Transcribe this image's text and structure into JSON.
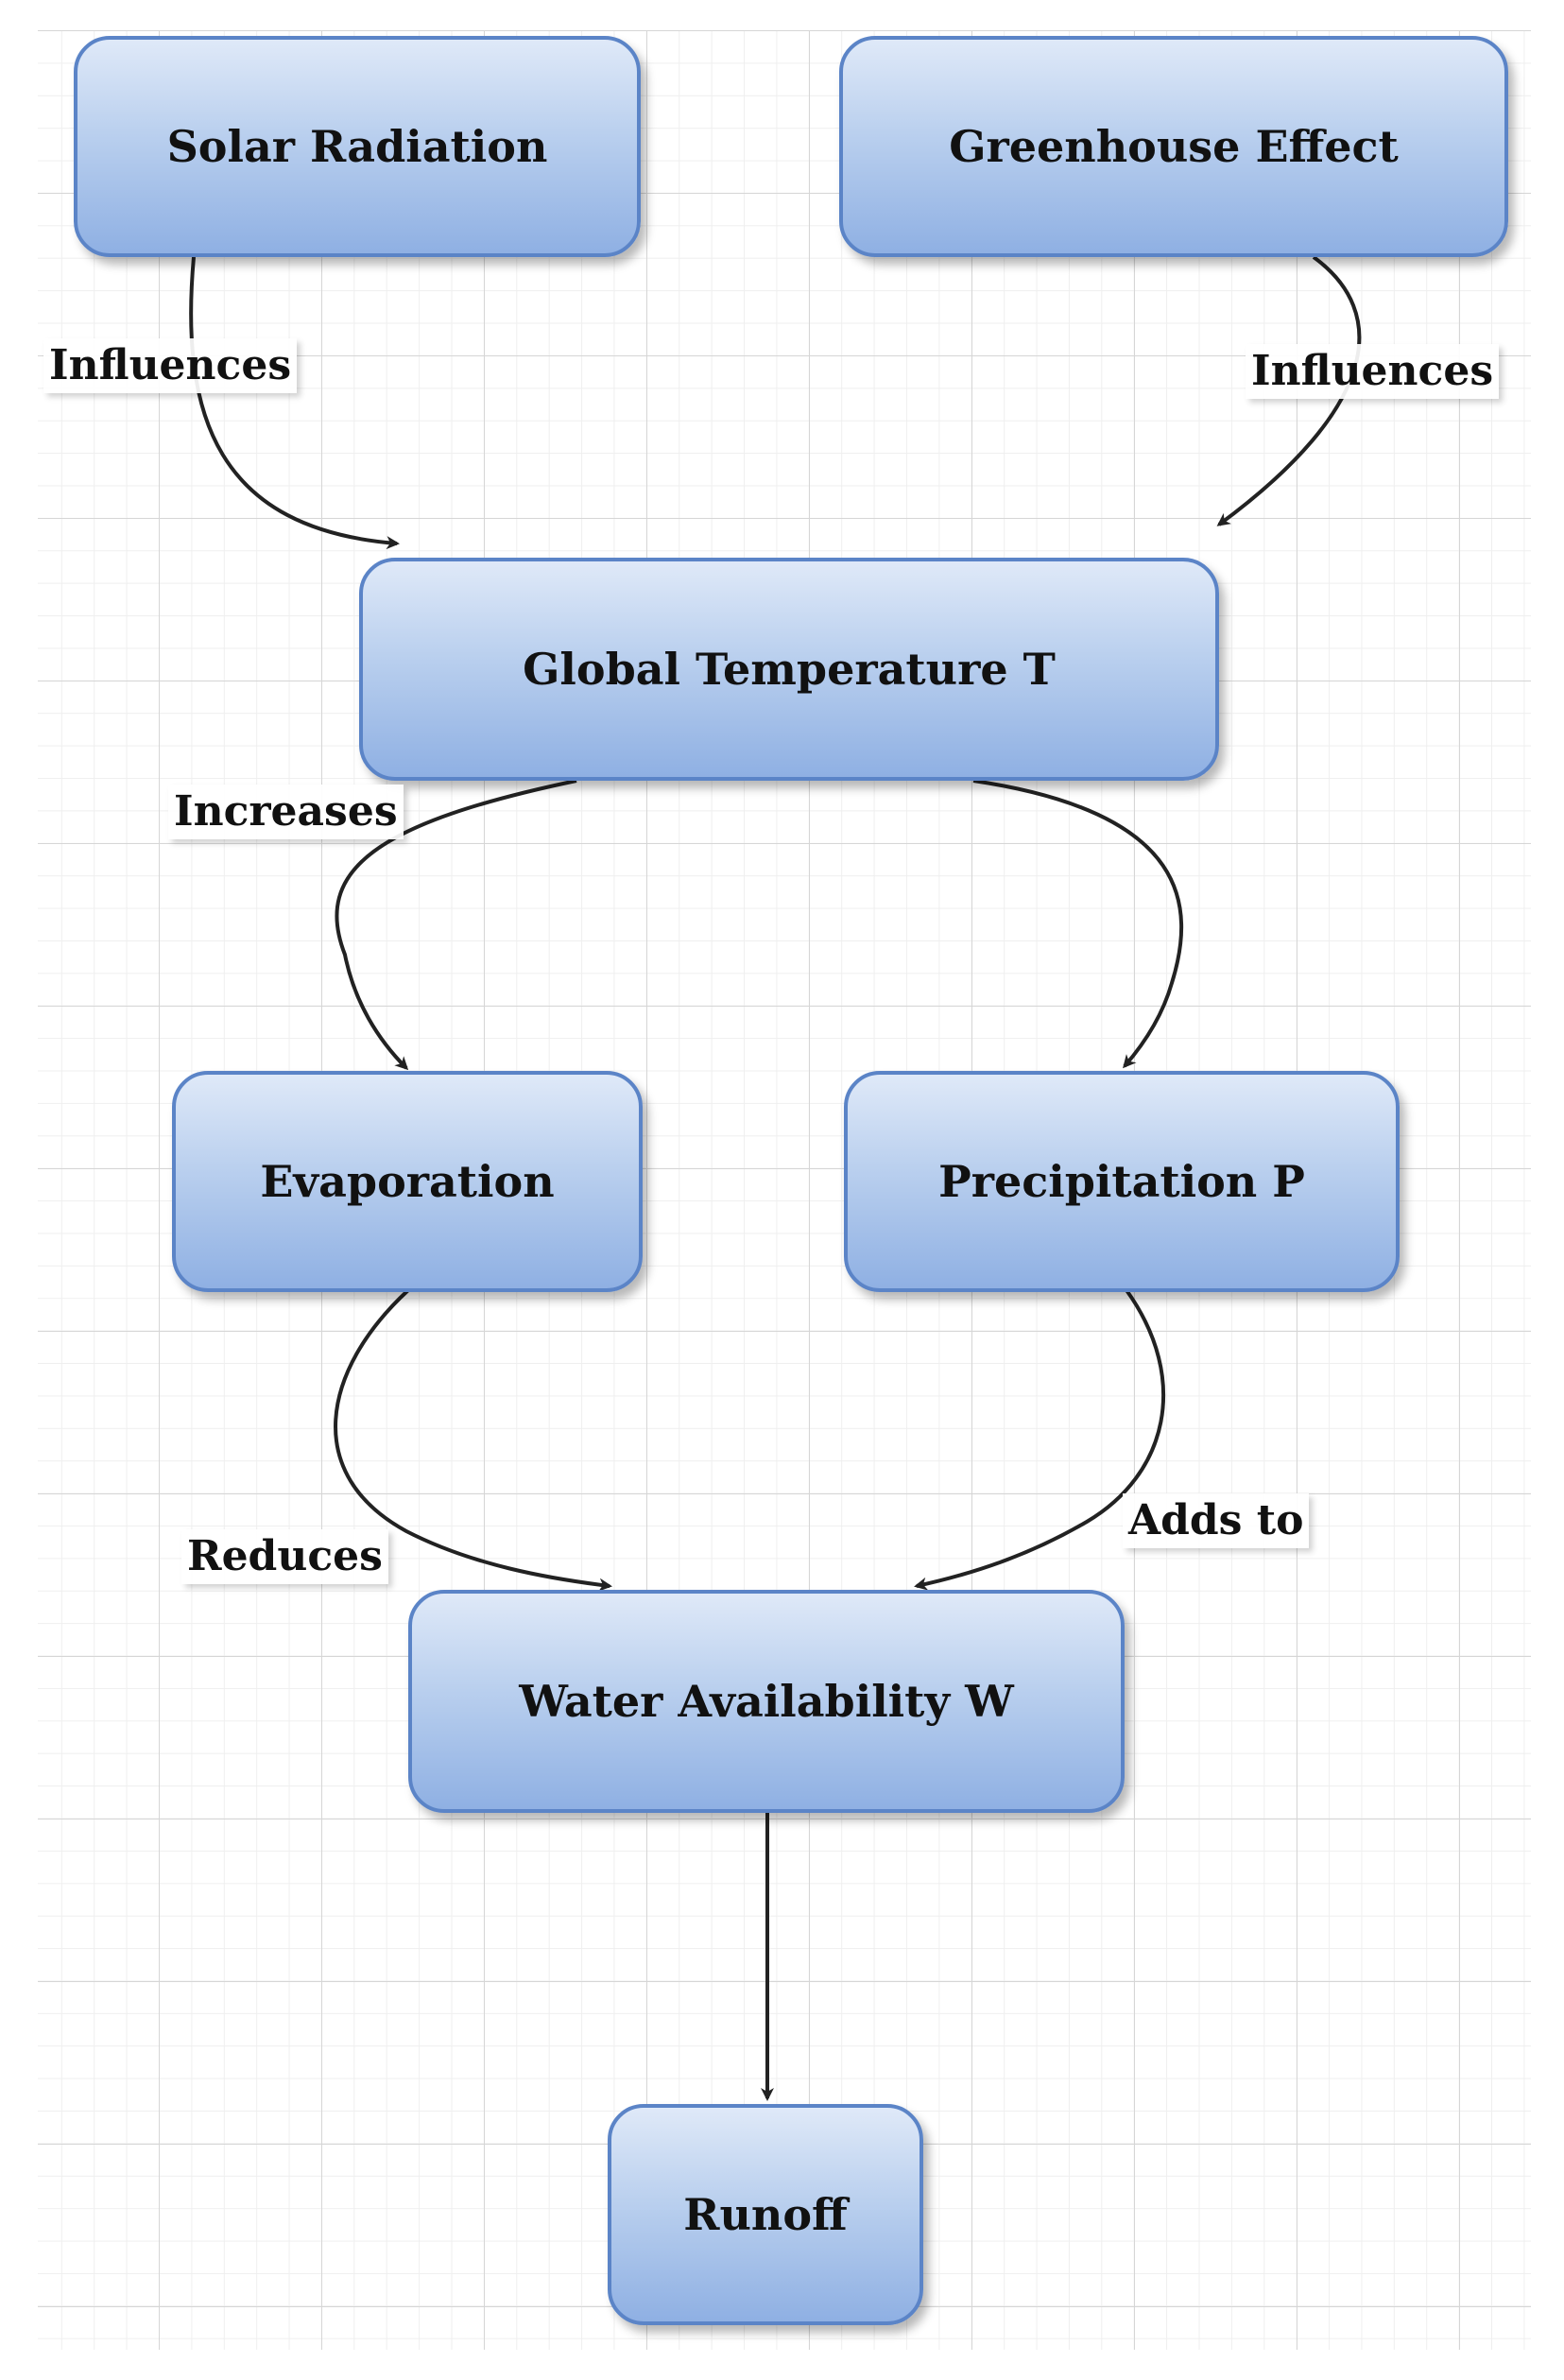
{
  "nodes": {
    "solar_radiation": "Solar Radiation",
    "greenhouse_effect": "Greenhouse Effect",
    "global_temperature": "Global Temperature T",
    "evaporation": "Evaporation",
    "precipitation": "Precipitation P",
    "water_availability": "Water Availability W",
    "runoff": "Runoff"
  },
  "edges": {
    "solar_to_temp": "Influences",
    "greenhouse_to_temp": "Influences",
    "temp_to_evap": "Increases",
    "evap_to_water": "Reduces",
    "precip_to_water": "Adds to"
  },
  "colors": {
    "node_border": "#5b84c7",
    "node_fill_top": "#dfe9f8",
    "node_fill_bottom": "#8fb0e3",
    "edge": "#222222"
  }
}
